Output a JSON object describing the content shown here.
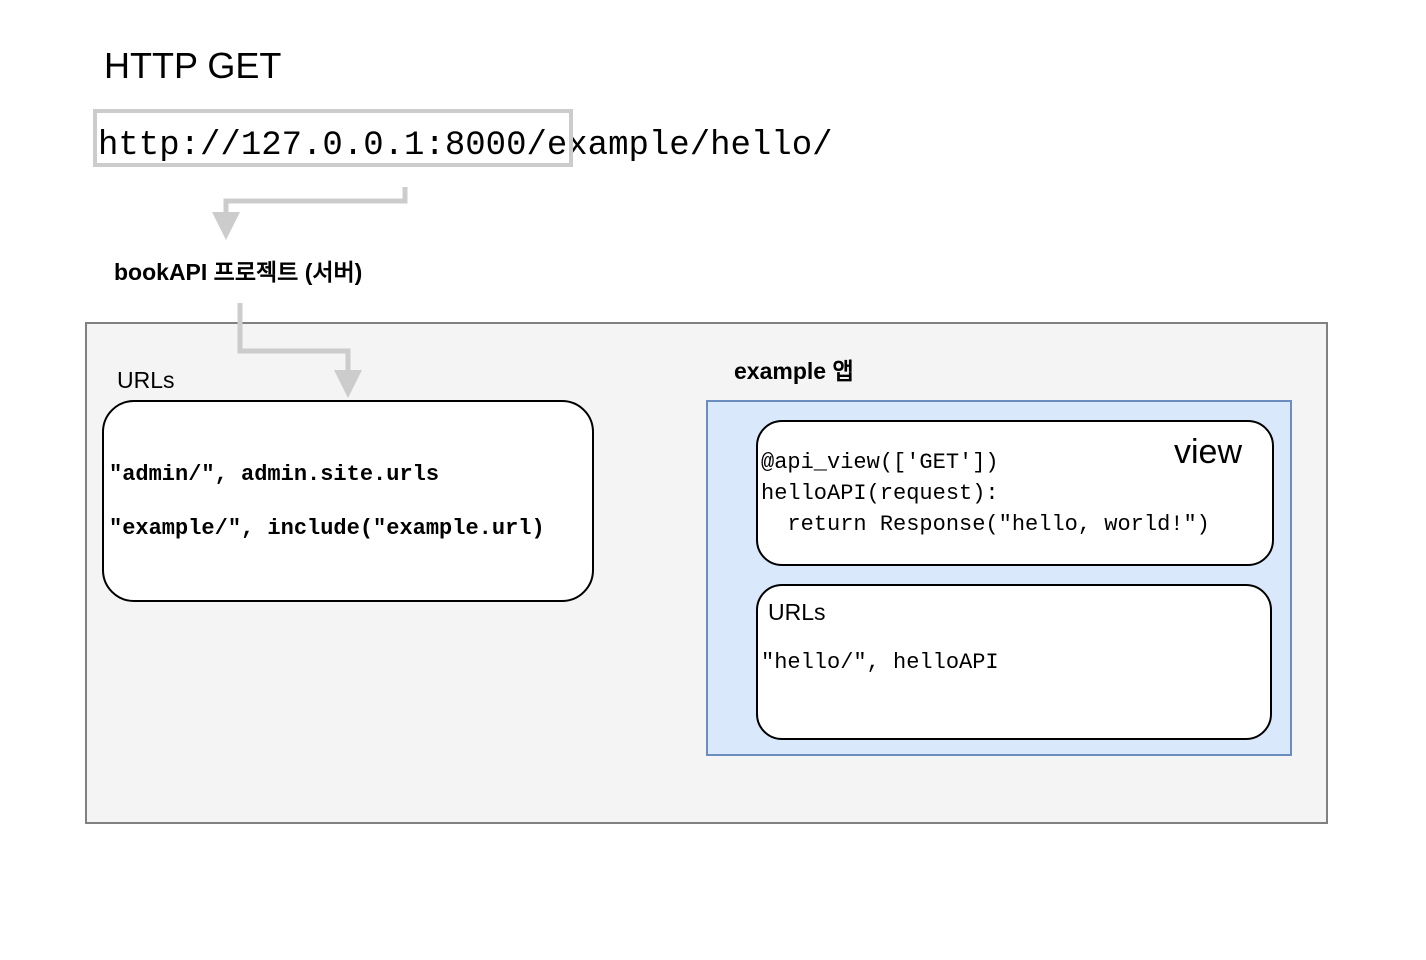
{
  "title": "HTTP GET",
  "request_url": {
    "base": "http://127.0.0.1:8000/",
    "path": "example/hello/"
  },
  "project": {
    "label": "bookAPI 프로젝트 (서버)",
    "urls_label": "URLs",
    "url_lines": [
      "\"admin/\", admin.site.urls",
      "\"example/\", include(\"example.url)"
    ]
  },
  "app": {
    "label": "example 앱",
    "view": {
      "label": "view",
      "code_lines": [
        "@api_view(['GET'])",
        "helloAPI(request):",
        "  return Response(\"hello, world!\")"
      ]
    },
    "urls": {
      "label": "URLs",
      "code_lines": [
        "\"hello/\", helloAPI"
      ]
    }
  },
  "colors": {
    "arrow": "#cccccc",
    "server_fill": "#f4f4f4",
    "server_border": "#808080",
    "app_fill": "#dae8fc",
    "app_border": "#6c8ebf"
  }
}
